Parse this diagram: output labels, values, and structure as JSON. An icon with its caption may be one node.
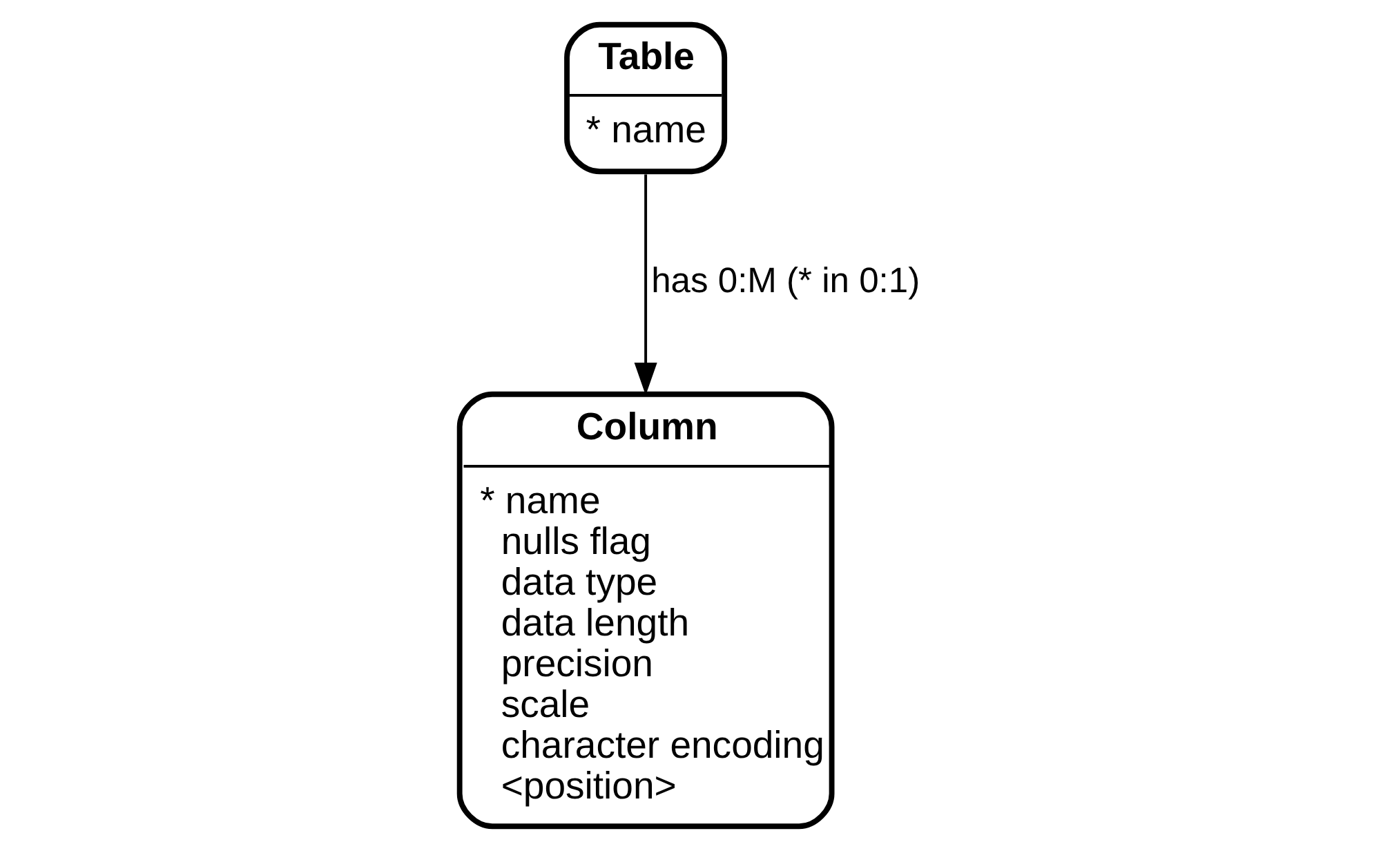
{
  "diagram": {
    "nodes": [
      {
        "text": [
          "Table",
          "* name"
        ]
      },
      {
        "text": [
          "Column",
          "* name",
          "nulls flag",
          "data type",
          "data length",
          "precision",
          "scale",
          "character encoding",
          "<position>"
        ]
      }
    ],
    "edges": [
      {
        "from": 0,
        "to": 1,
        "arrow": "to",
        "label": "has 0:M (* in 0:1)"
      }
    ]
  }
}
